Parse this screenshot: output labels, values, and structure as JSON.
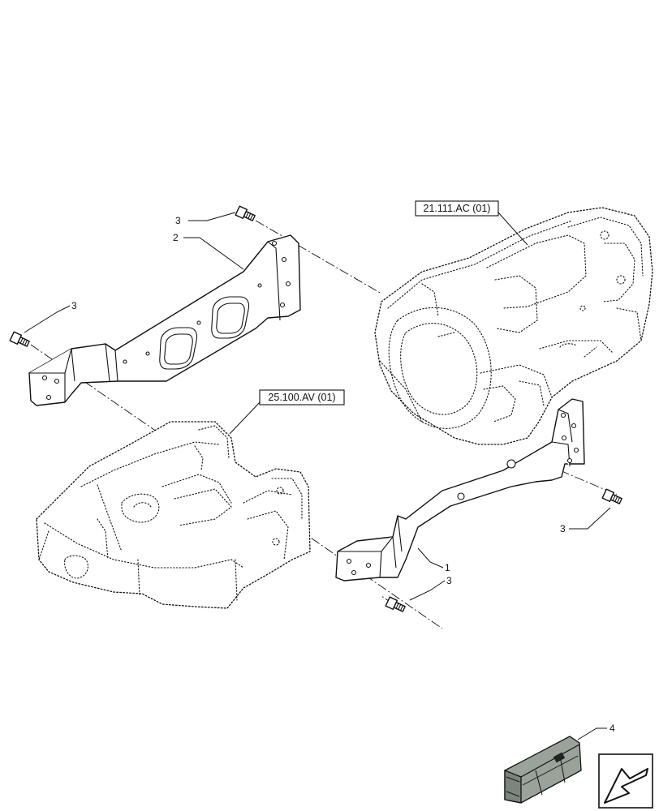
{
  "callouts": [
    {
      "id": "c-3a",
      "text": "3"
    },
    {
      "id": "c-2",
      "text": "2"
    },
    {
      "id": "c-3b",
      "text": "3"
    },
    {
      "id": "c-1",
      "text": "1"
    },
    {
      "id": "c-3c",
      "text": "3"
    },
    {
      "id": "c-3d",
      "text": "3"
    },
    {
      "id": "c-4",
      "text": "4"
    }
  ],
  "references": {
    "transmission": "21.111.AC (01)",
    "front_axle_support": "25.100.AV (01)"
  },
  "icons": {
    "navigation": "return-arrow-icon",
    "kit": "crate-icon"
  },
  "colors": {
    "line": "#111111",
    "kit_fill": "#9aa39a",
    "background": "#ffffff"
  }
}
